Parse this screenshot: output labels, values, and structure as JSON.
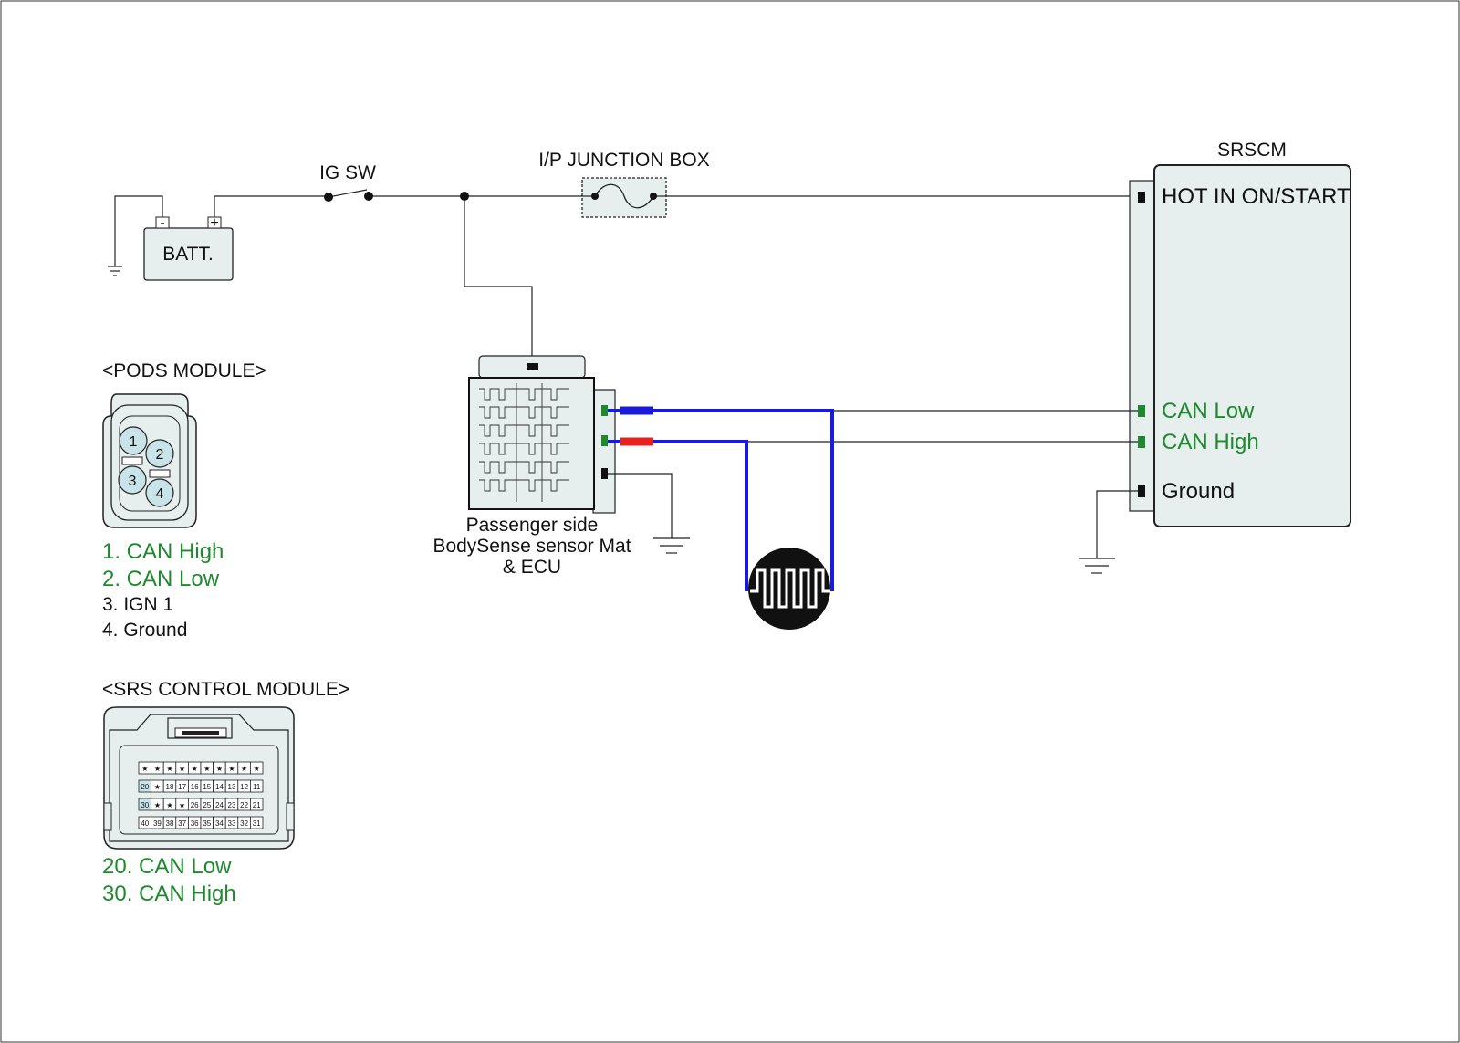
{
  "labels": {
    "ig_sw": "IG SW",
    "junction_box": "I/P JUNCTION BOX",
    "srscm": "SRSCM",
    "battery": "BATT.",
    "battery_minus": "-",
    "battery_plus": "+",
    "ecu_line1": "Passenger side",
    "ecu_line2": "BodySense sensor Mat",
    "ecu_line3": "& ECU"
  },
  "srscm_pins": [
    {
      "label": "HOT IN ON/START",
      "color": "#111111"
    },
    {
      "label": "CAN Low",
      "color": "#1e8a2e"
    },
    {
      "label": "CAN High",
      "color": "#1e8a2e"
    },
    {
      "label": "Ground",
      "color": "#111111"
    }
  ],
  "pods_module": {
    "title": "<PODS MODULE>",
    "pin_numbers": [
      "1",
      "2",
      "3",
      "4"
    ],
    "legend": [
      {
        "text": "1. CAN High",
        "color": "#1e8a2e"
      },
      {
        "text": "2. CAN Low",
        "color": "#1e8a2e"
      },
      {
        "text": "3. IGN 1",
        "color": "#111111"
      },
      {
        "text": "4. Ground",
        "color": "#111111"
      }
    ]
  },
  "srs_module": {
    "title": "<SRS CONTROL MODULE>",
    "rows": [
      [
        "★",
        "★",
        "★",
        "★",
        "★",
        "★",
        "★",
        "★",
        "★",
        "★"
      ],
      [
        "20",
        "★",
        "18",
        "17",
        "16",
        "15",
        "14",
        "13",
        "12",
        "11"
      ],
      [
        "30",
        "★",
        "★",
        "★",
        "26",
        "25",
        "24",
        "23",
        "22",
        "21"
      ],
      [
        "40",
        "39",
        "38",
        "37",
        "36",
        "35",
        "34",
        "33",
        "32",
        "31"
      ]
    ],
    "highlight": [
      "20",
      "30"
    ],
    "legend": [
      {
        "text": "20. CAN Low",
        "color": "#1e8a2e"
      },
      {
        "text": "30. CAN High",
        "color": "#1e8a2e"
      }
    ]
  },
  "colors": {
    "can_wire": "#1a1adc",
    "can_high_stub": "#e8201e",
    "connector_fill": "#e6eeee",
    "pin_fill": "#c9e4e8",
    "green_pin": "#1e8a2e"
  }
}
